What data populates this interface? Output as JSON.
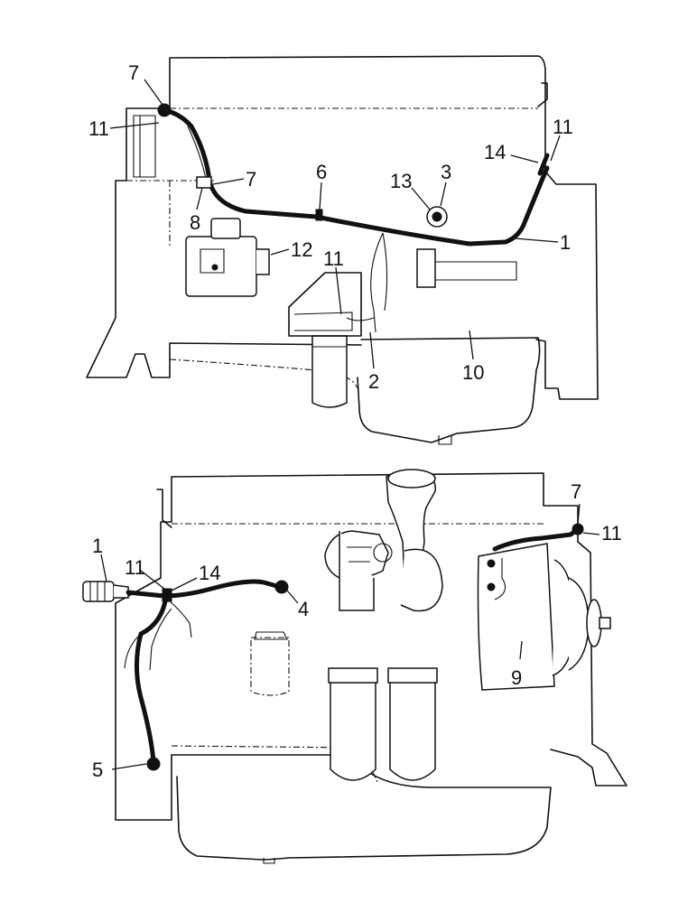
{
  "upper_view": {
    "callouts": [
      "7",
      "11",
      "7",
      "8",
      "6",
      "13",
      "3",
      "14",
      "11",
      "1",
      "12",
      "11",
      "2",
      "10"
    ]
  },
  "lower_view": {
    "callouts": [
      "1",
      "11",
      "14",
      "4",
      "7",
      "11",
      "9",
      "5"
    ]
  }
}
